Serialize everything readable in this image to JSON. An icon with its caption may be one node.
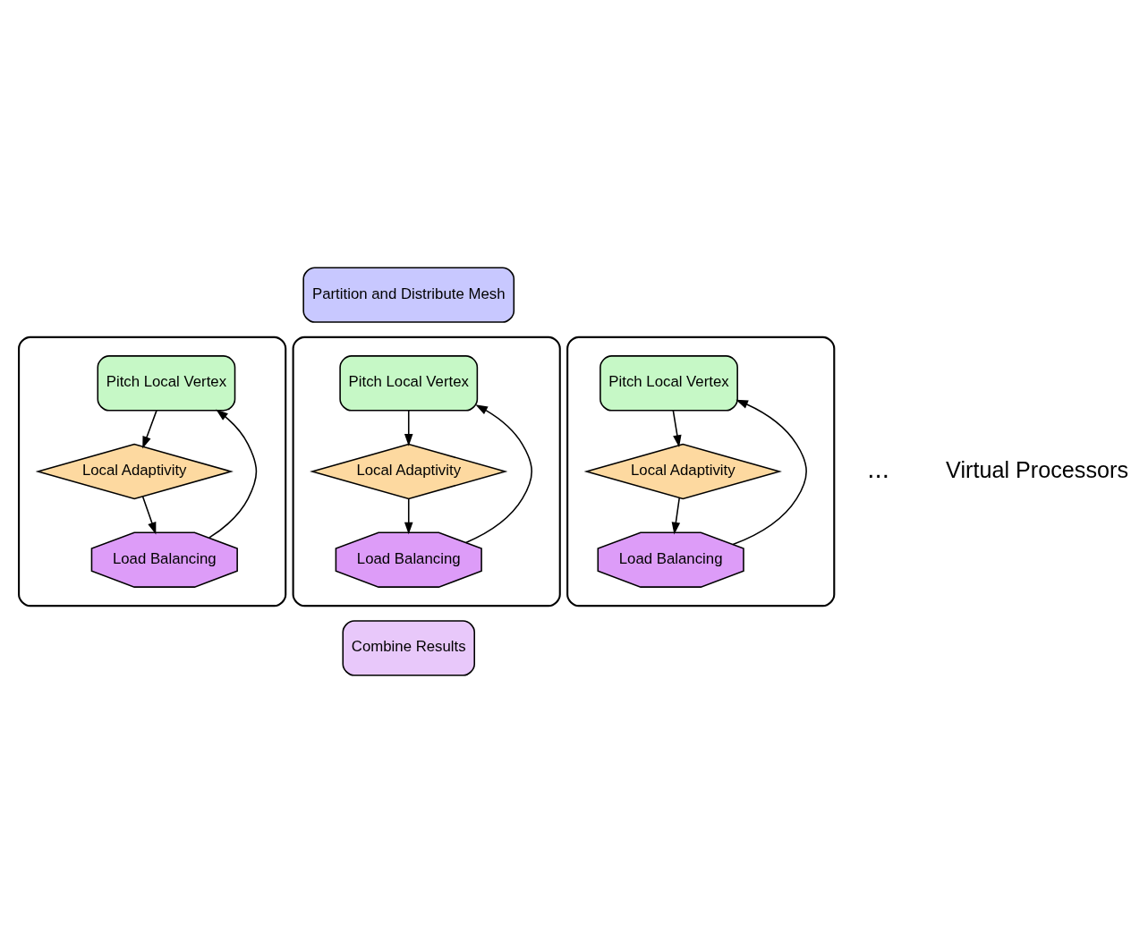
{
  "diagram": {
    "nodes": [
      {
        "text": [
          "Partition and Distribute Mesh"
        ]
      },
      {
        "text": [],
        "shape": "box"
      },
      {
        "text": [
          "Pitch Local Vertex"
        ],
        "in": 1
      },
      {
        "text": [
          "Local Adaptivity"
        ],
        "in": 1
      },
      {
        "text": [
          "Load Balancing"
        ],
        "in": 1
      },
      {
        "text": [],
        "shape": "box"
      },
      {
        "text": [
          "Pitch Local Vertex"
        ],
        "in": 5
      },
      {
        "text": [
          "Local Adaptivity"
        ],
        "in": 5
      },
      {
        "text": [
          "Load Balancing"
        ],
        "in": 5
      },
      {
        "text": [],
        "shape": "box"
      },
      {
        "text": [
          "Pitch Local Vertex"
        ],
        "in": 9
      },
      {
        "text": [
          "Local Adaptivity"
        ],
        "in": 9
      },
      {
        "text": [
          "Load Balancing"
        ],
        "in": 9
      },
      {
        "text": [
          "Combine Results"
        ]
      }
    ],
    "edges": [
      {
        "from": 2,
        "to": 3,
        "arrow": "to"
      },
      {
        "from": 3,
        "to": 4,
        "arrow": "to"
      },
      {
        "from": 4,
        "to": 2,
        "arrow": "to"
      },
      {
        "from": 6,
        "to": 7,
        "arrow": "to"
      },
      {
        "from": 7,
        "to": 8,
        "arrow": "to"
      },
      {
        "from": 8,
        "to": 6,
        "arrow": "to"
      },
      {
        "from": 10,
        "to": 11,
        "arrow": "to"
      },
      {
        "from": 11,
        "to": 12,
        "arrow": "to"
      },
      {
        "from": 12,
        "to": 10,
        "arrow": "to"
      }
    ],
    "labels": [
      "...",
      "Virtual Processors"
    ]
  }
}
